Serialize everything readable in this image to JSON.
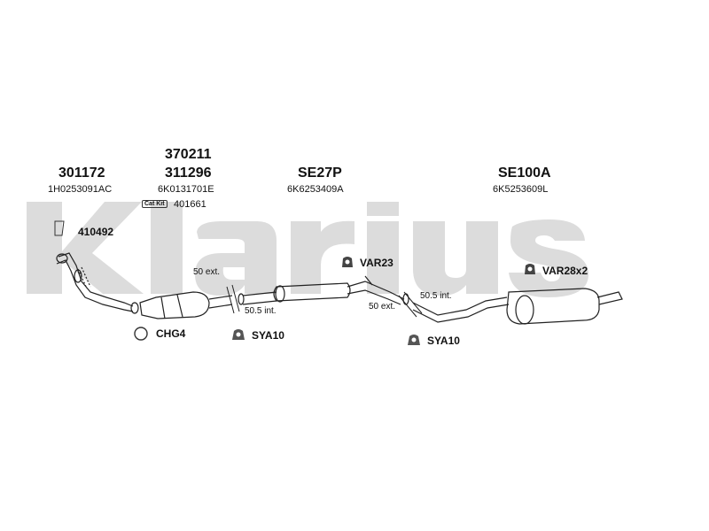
{
  "watermark": "Klarius",
  "sections": [
    {
      "codes": [
        "301172"
      ],
      "oem": "1H0253091AC"
    },
    {
      "codes": [
        "370211",
        "311296"
      ],
      "oem": "6K0131701E",
      "cat_kit_badge": "Cat Kit",
      "cat_kit_code": "401661"
    },
    {
      "codes": [
        "SE27P"
      ],
      "oem": "6K6253409A"
    },
    {
      "codes": [
        "SE100A"
      ],
      "oem": "6K5253609L"
    }
  ],
  "accessories": {
    "gasket": "410492",
    "clamp": "CHG4",
    "mount_front": "VAR23",
    "mount_rear": "VAR28x2",
    "hanger_1": "SYA10",
    "hanger_2": "SYA10"
  },
  "joints": {
    "joint1_ext": "50 ext.",
    "joint1_int": "50.5 int.",
    "joint2_ext": "50 ext.",
    "joint2_int": "50.5 int."
  },
  "icons": [
    "gasket-icon",
    "clamp-ring-icon",
    "rubber-mount-icon",
    "hanger-icon"
  ]
}
